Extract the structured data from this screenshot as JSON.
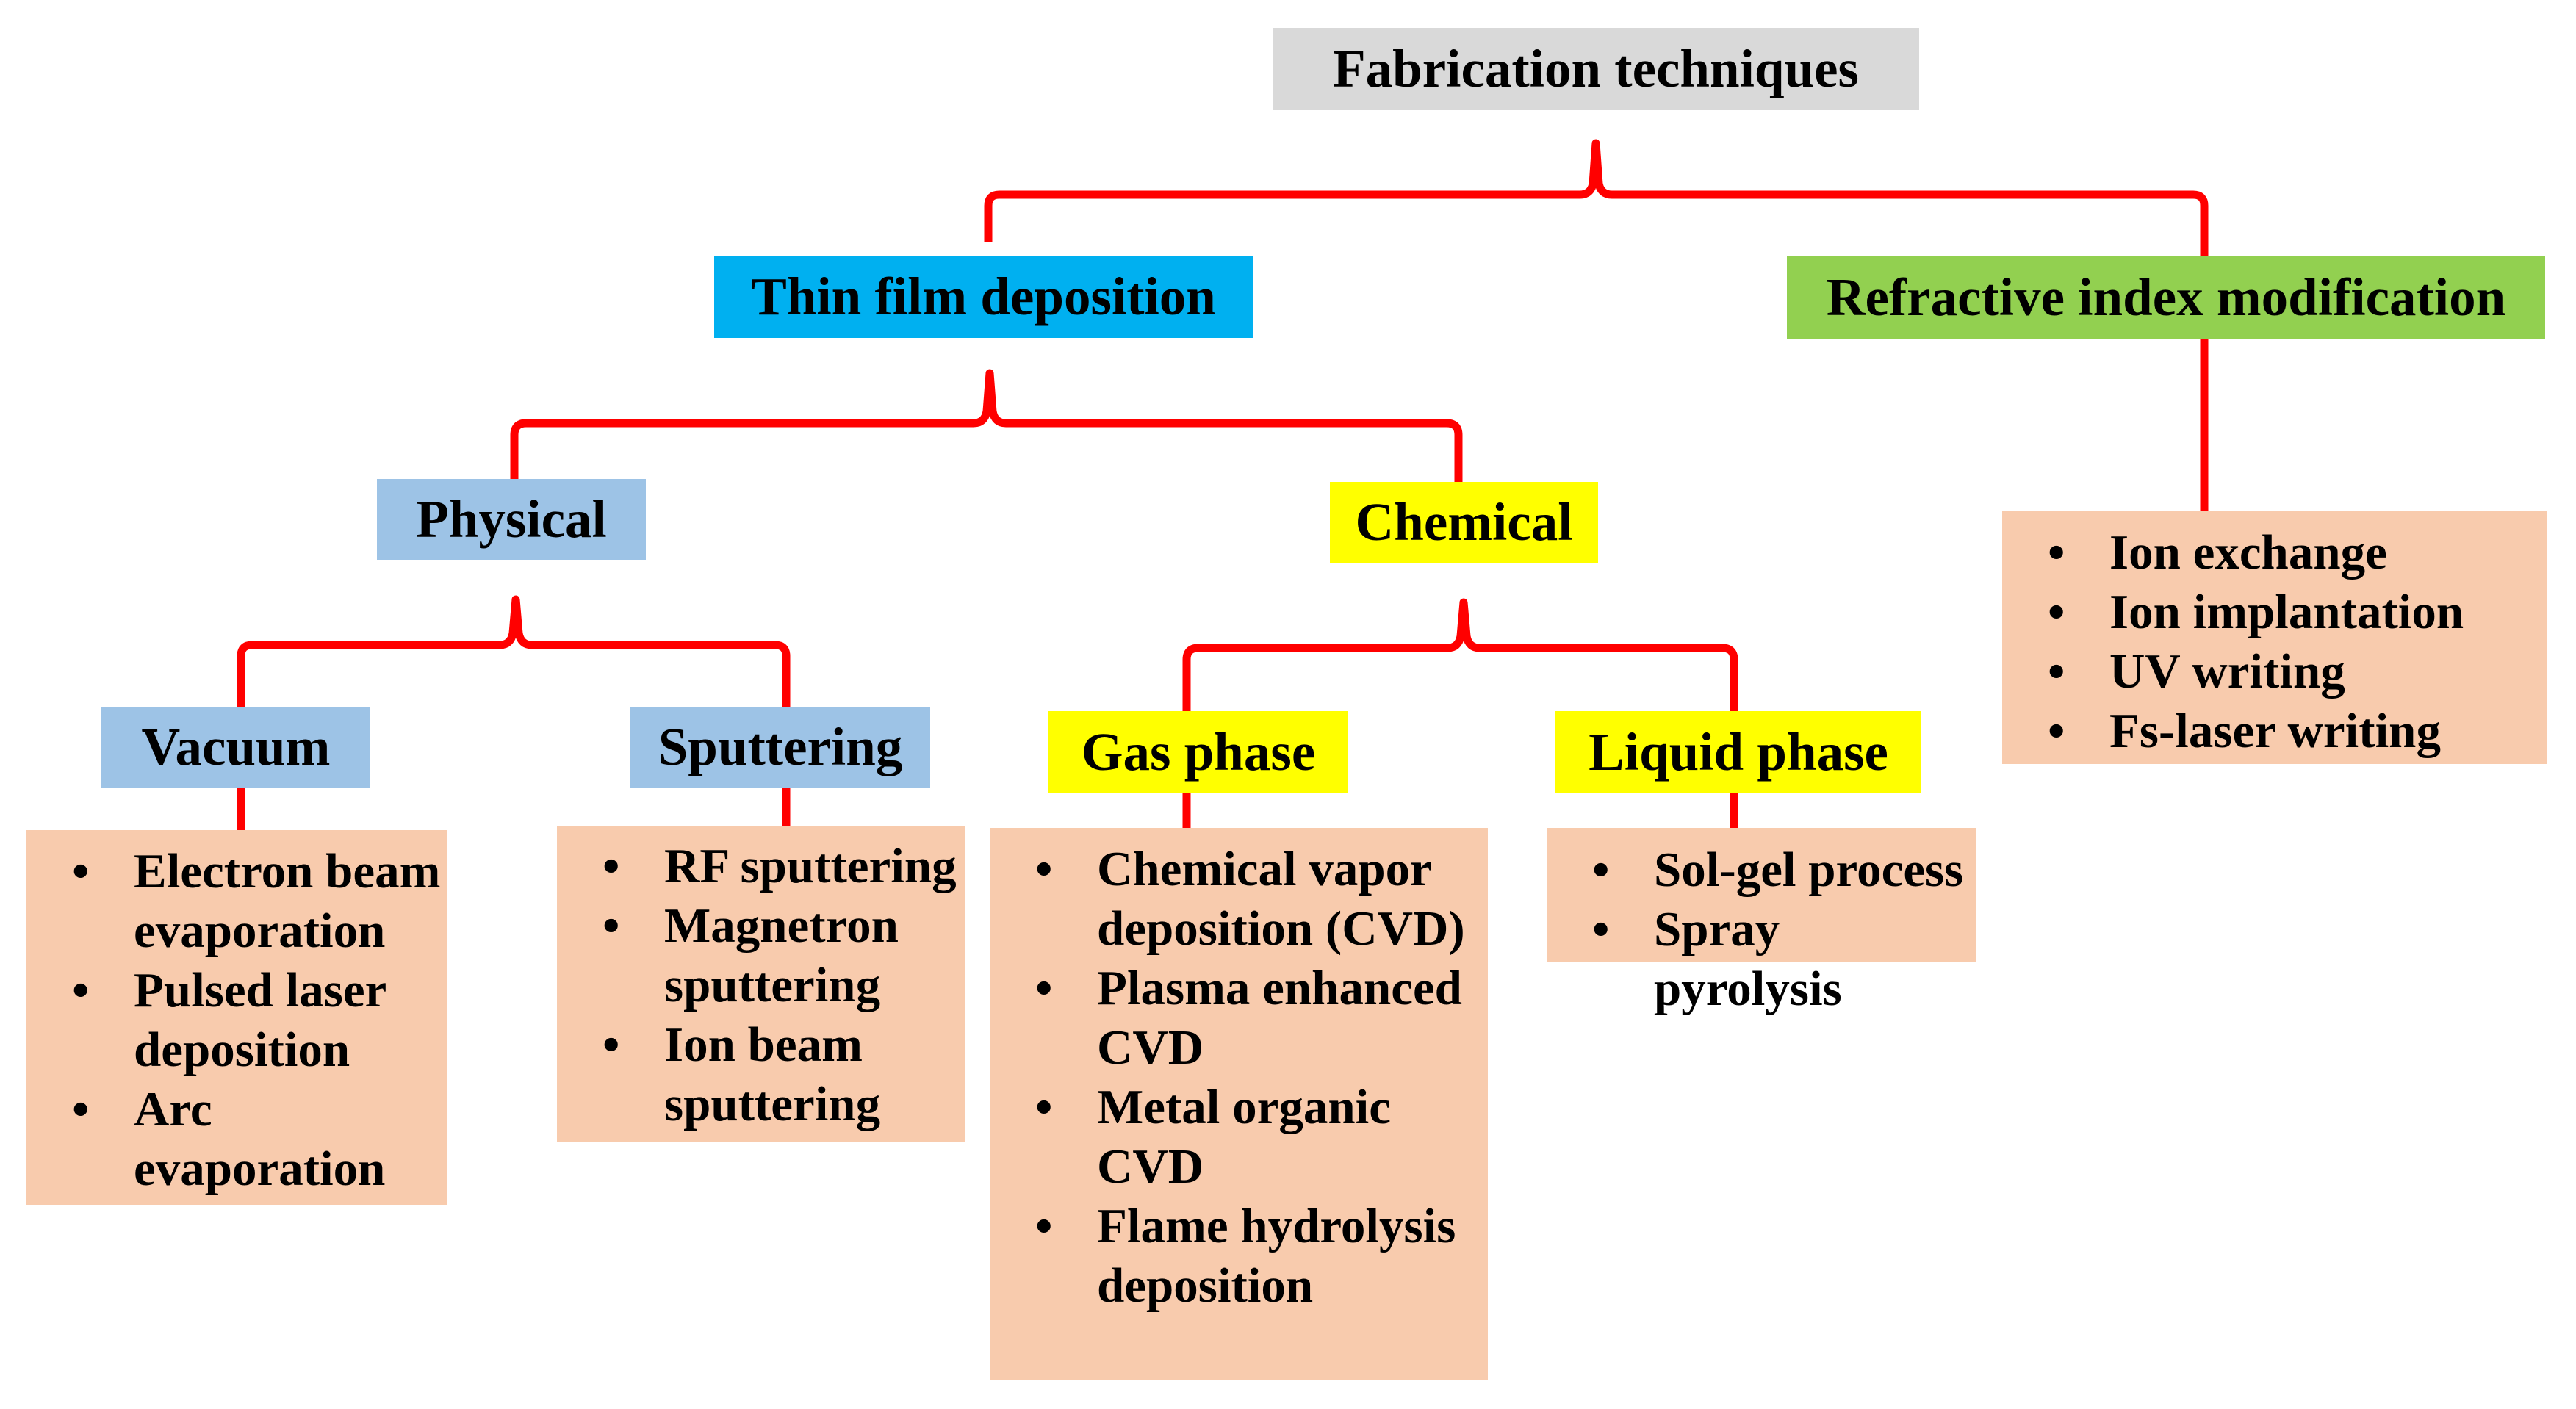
{
  "colors": {
    "root": "#d9d9d9",
    "thin_film": "#00b0f0",
    "refractive": "#92d050",
    "physical_group": "#9dc3e6",
    "chemical_group": "#ffff00",
    "list_box": "#f8cbad",
    "connector": "#ff0000"
  },
  "root": {
    "label": "Fabrication techniques"
  },
  "thin_film": {
    "label": "Thin film deposition"
  },
  "refractive": {
    "label": "Refractive index modification",
    "items": [
      "Ion exchange",
      "Ion implantation",
      "UV writing",
      "Fs-laser writing"
    ]
  },
  "physical": {
    "label": "Physical"
  },
  "chemical": {
    "label": "Chemical"
  },
  "vacuum": {
    "label": "Vacuum",
    "items": [
      "Electron beam evaporation",
      "Pulsed laser deposition",
      "Arc evaporation"
    ]
  },
  "sputtering": {
    "label": "Sputtering",
    "items": [
      "RF sputtering",
      "Magnetron sputtering",
      "Ion beam sputtering"
    ]
  },
  "gas": {
    "label": "Gas phase",
    "items": [
      "Chemical vapor deposition (CVD)",
      "Plasma enhanced CVD",
      "Metal organic CVD",
      "Flame hydrolysis deposition"
    ]
  },
  "liquid": {
    "label": "Liquid phase",
    "items": [
      "Sol-gel process",
      "Spray pyrolysis"
    ]
  }
}
